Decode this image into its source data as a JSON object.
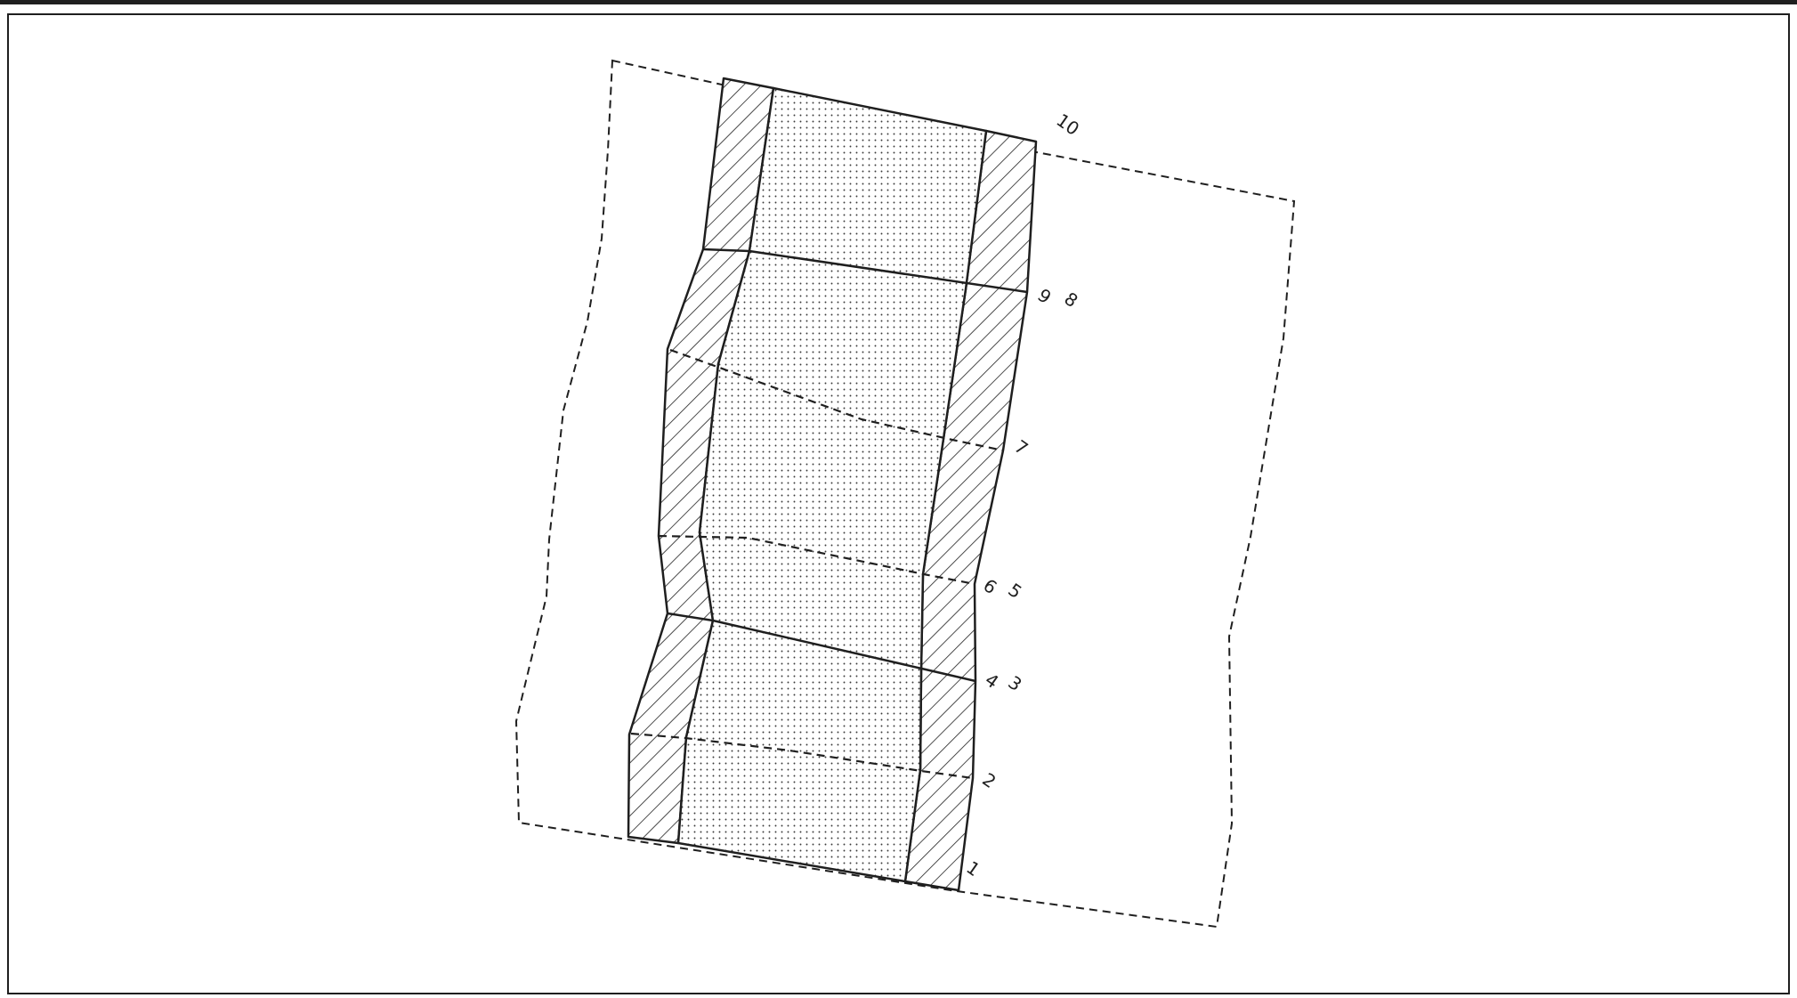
{
  "diagram": {
    "section_labels": [
      "10",
      "9",
      "8",
      "7",
      "6",
      "5",
      "4",
      "3",
      "2",
      "1"
    ],
    "colors": {
      "line": "#1f1f1f",
      "hatch_fill": "#ffffff",
      "dot_fill": "#3a3a3a",
      "background": "#ffffff"
    },
    "patterns": [
      "diagonal-hatch",
      "stipple-dots"
    ]
  }
}
